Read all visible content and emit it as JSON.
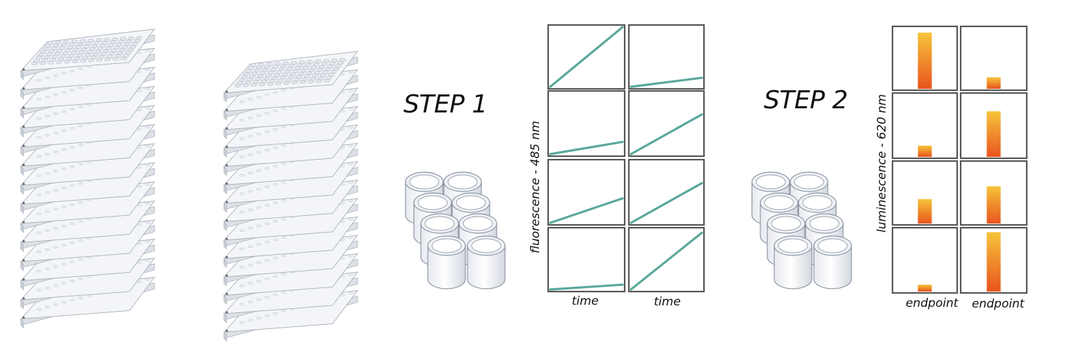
{
  "steps": {
    "step1_label": "STEP 1",
    "step2_label": "STEP 2"
  },
  "kinetic_panel": {
    "ylabel": "fluorescence - 485 nm",
    "xlabels": [
      "time",
      "time"
    ],
    "line_color": "#5aa89c"
  },
  "endpoint_panel": {
    "ylabel": "luminescence - 620 nm",
    "xlabels": [
      "endpoint",
      "endpoint"
    ],
    "bar_color_top": "#f6c43a",
    "bar_color_bottom": "#e8541e"
  },
  "chart_data": [
    {
      "type": "line",
      "xlabel": "time",
      "ylabel": "fluorescence - 485 nm",
      "layout": "4 rows x 2 columns small multiples",
      "series": [
        {
          "values": [
            0,
            1.0
          ]
        },
        {
          "values": [
            0,
            0.15
          ]
        },
        {
          "values": [
            0,
            0.2
          ]
        },
        {
          "values": [
            0,
            0.65
          ]
        },
        {
          "values": [
            0,
            0.4
          ]
        },
        {
          "values": [
            0,
            0.65
          ]
        },
        {
          "values": [
            0,
            0.08
          ]
        },
        {
          "values": [
            0,
            0.95
          ]
        }
      ]
    },
    {
      "type": "bar",
      "xlabel": "endpoint",
      "ylabel": "luminescence - 620 nm",
      "layout": "4 rows x 2 columns small multiples",
      "values": [
        0.92,
        0.19,
        0.18,
        0.73,
        0.4,
        0.61,
        0.11,
        0.95
      ]
    }
  ]
}
